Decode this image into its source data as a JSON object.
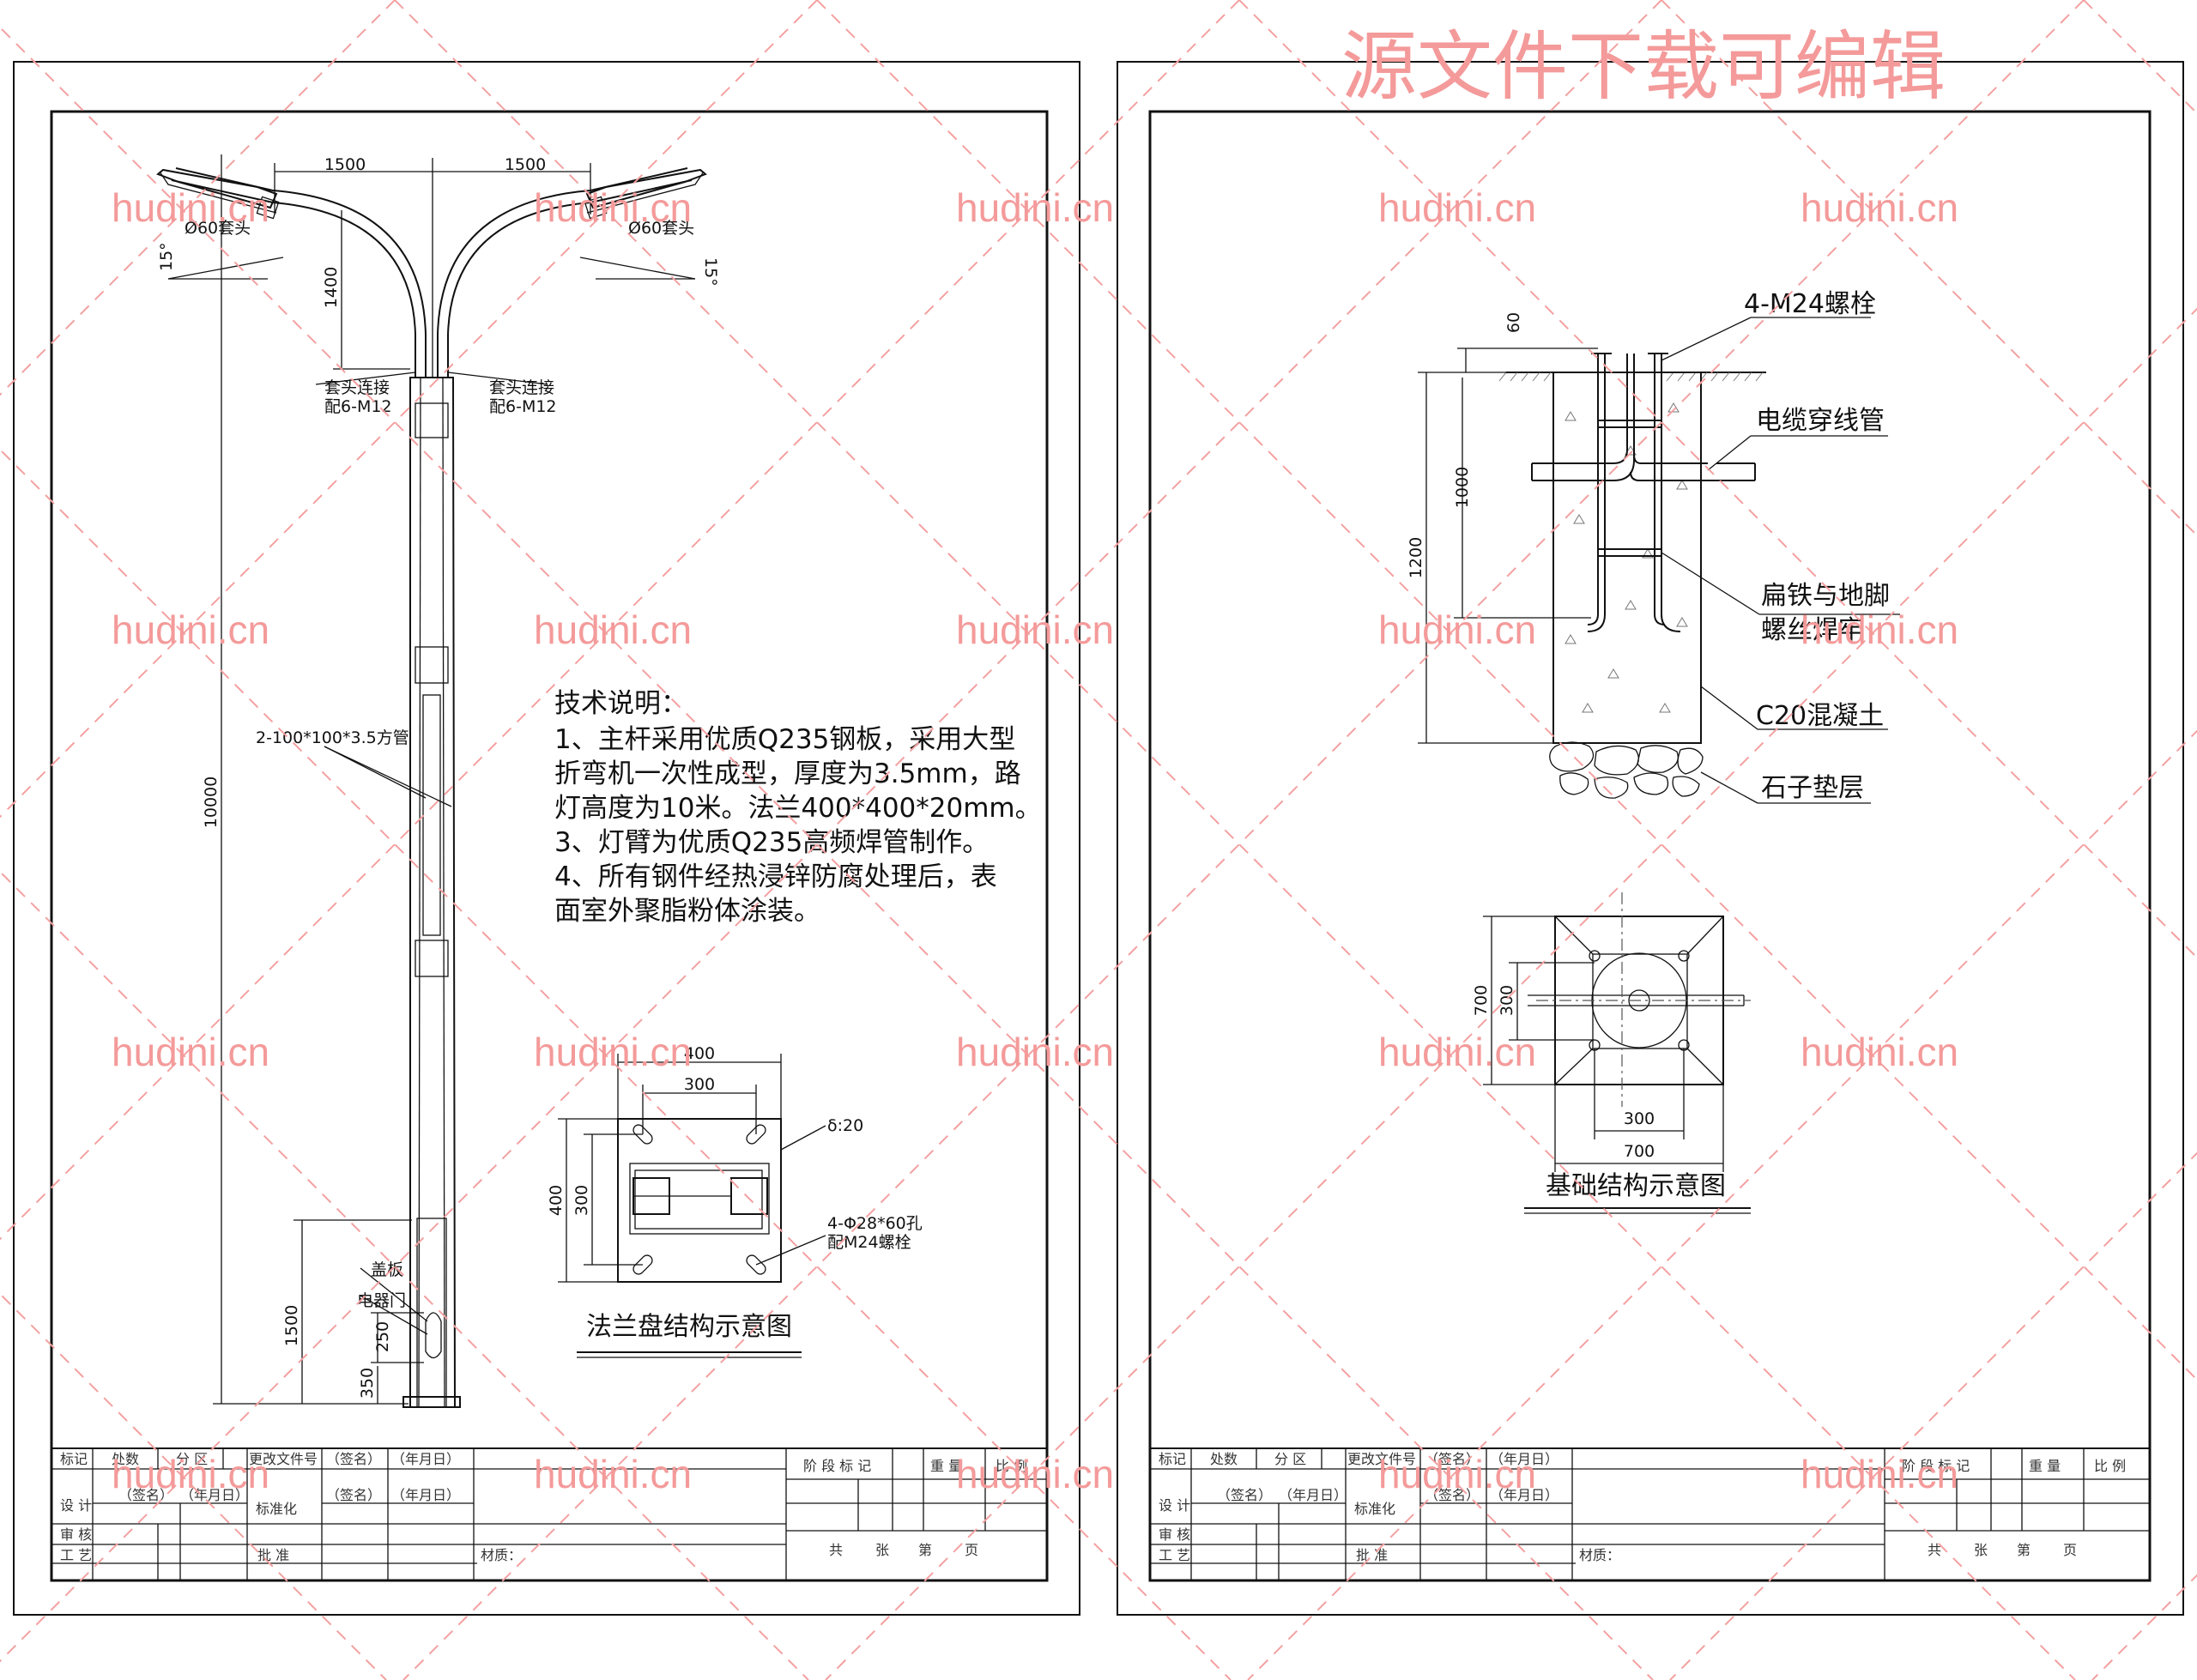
{
  "watermark": {
    "top_text": "源文件下载可编辑",
    "tile_text": "hudini.cn"
  },
  "left_sheet": {
    "dims": {
      "arm_left": "1500",
      "arm_right": "1500",
      "arm_rise": "1400",
      "pole_height": "10000",
      "door_height": "1500",
      "door_size": "250",
      "door_bottom": "350"
    },
    "labels": {
      "cap_left": "Ø60套头",
      "cap_right": "Ø60套头",
      "angle_left": "15°",
      "angle_right": "15°",
      "joint_left_1": "套头连接",
      "joint_left_2": "配6-M12",
      "joint_right_1": "套头连接",
      "joint_right_2": "配6-M12",
      "stiffener": "2-100*100*3.5方管",
      "door_cover": "盖板",
      "door_box": "电器门"
    },
    "tech_notes": {
      "title": "技术说明：",
      "lines": [
        "1、主杆采用优质Q235钢板，采用大型",
        "折弯机一次性成型，厚度为3.5mm，路",
        "灯高度为10米。法兰400*400*20mm。",
        "3、灯臂为优质Q235高频焊管制作。",
        "4、所有钢件经热浸锌防腐处理后，表",
        "面室外聚脂粉体涂装。"
      ]
    },
    "flange": {
      "dim_outer": "400",
      "dim_inner": "300",
      "dim_height": "400",
      "dim_height_inner": "300",
      "thickness": "δ:20",
      "holes_1": "4-Φ28*60孔",
      "holes_2": "配M24螺栓",
      "title": "法兰盘结构示意图"
    }
  },
  "right_sheet": {
    "section": {
      "dim_top": "60",
      "dim_bolt": "1000",
      "dim_depth": "1200",
      "bolts": "4-M24螺栓",
      "cable_pipe": "电缆穿线管",
      "flat_iron_1": "扁铁与地脚",
      "flat_iron_2": "螺丝焊牢",
      "concrete": "C20混凝土",
      "gravel": "石子垫层"
    },
    "plan": {
      "dim_outer_v": "700",
      "dim_inner_v": "300",
      "dim_inner_h": "300",
      "dim_outer_h": "700",
      "title": "基础结构示意图"
    }
  },
  "title_block": {
    "row1": [
      "标记",
      "处数",
      "分 区",
      "更改文件号",
      "（签名）",
      "（年月日）"
    ],
    "row2": [
      "设 计",
      "（签名）",
      "（年月日）",
      "标准化",
      "（签名）",
      "（年月日）"
    ],
    "row3": [
      "审 核"
    ],
    "row4": [
      "工 艺",
      "批 准"
    ],
    "material": "材质：",
    "stage": "阶 段 标 记",
    "weight": "重 量",
    "scale": "比 例",
    "pages": [
      "共",
      "张",
      "第",
      "页"
    ]
  }
}
